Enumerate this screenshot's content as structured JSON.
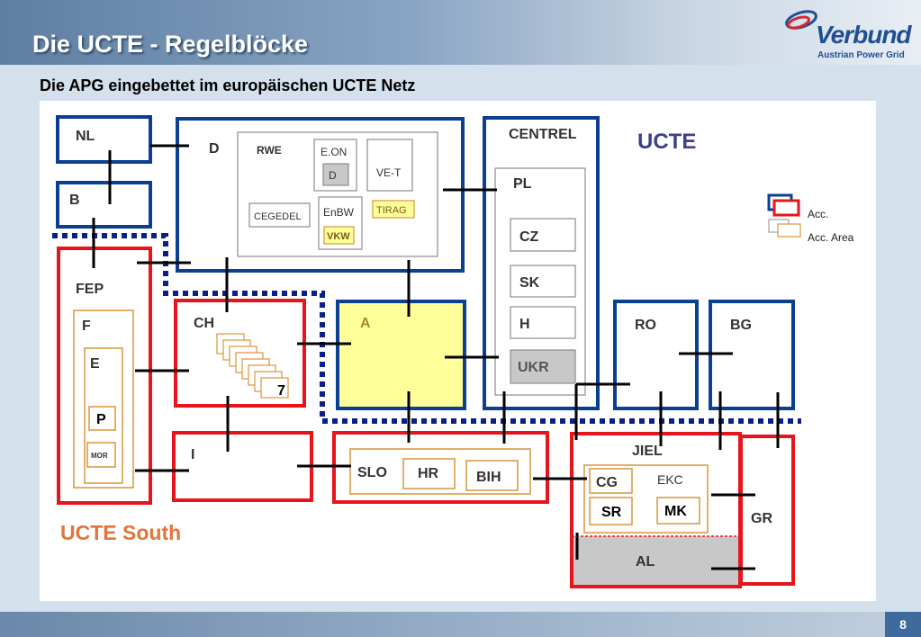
{
  "slide": {
    "title": "Die UCTE - Regelblöcke",
    "subtitle": "Die APG eingebettet im europäischen UCTE Netz",
    "page_number": "8"
  },
  "logo": {
    "name": "Verbund",
    "tagline": "Austrian Power Grid"
  },
  "diagram": {
    "ucte_label": "UCTE",
    "ucte_south_label": "UCTE South",
    "legend": {
      "acc_label": "Acc.",
      "acc_area_label": "Acc. Area"
    },
    "blocks": {
      "nl": "NL",
      "b": "B",
      "d": "D",
      "rwe": "RWE",
      "eon": "E.ON",
      "eon_d": "D",
      "vet": "VE-T",
      "cegedel": "CEGEDEL",
      "enbw": "EnBW",
      "tirag": "TIRAG",
      "vkw": "VKW",
      "centrel": "CENTREL",
      "pl": "PL",
      "cz": "CZ",
      "sk": "SK",
      "h": "H",
      "ukr": "UKR",
      "fep": "FEP",
      "f": "F",
      "e": "E",
      "p": "P",
      "mor": "MOR",
      "ch": "CH",
      "ch_count": "7",
      "a": "A",
      "ro": "RO",
      "bg": "BG",
      "i": "I",
      "slo": "SLO",
      "hr": "HR",
      "bih": "BIH",
      "jiel": "JIEL",
      "cg": "CG",
      "ekc": "EKC",
      "sr": "SR",
      "mk": "MK",
      "al": "AL",
      "gr": "GR"
    }
  },
  "colors": {
    "blue": "#0a3f91",
    "red": "#e8141c",
    "orange": "#d9953a",
    "yellow_fill": "#ffff99",
    "gray_fill": "#c8c8c8",
    "ucte_text": "#3f3f8c",
    "ucte_south_text": "#e4743a"
  }
}
